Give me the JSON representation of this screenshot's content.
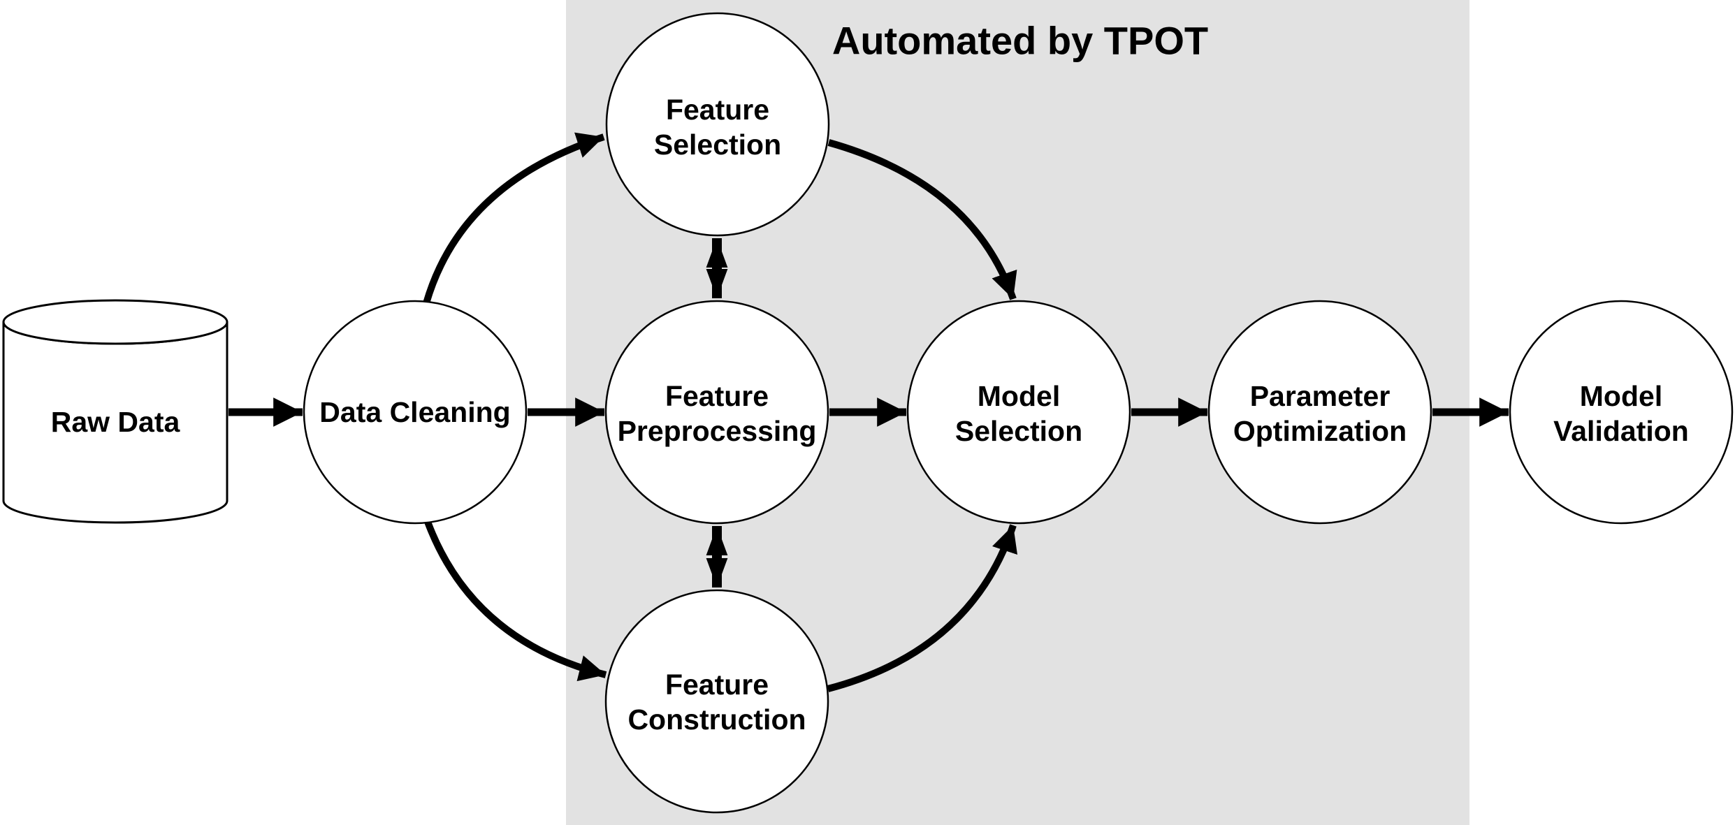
{
  "diagram": {
    "region_label": "Automated by TPOT",
    "colors": {
      "region_fill": "#e2e2e2",
      "node_fill": "#ffffff",
      "line": "#000000"
    },
    "nodes": [
      {
        "id": "raw-data",
        "label": "Raw Data",
        "shape": "cylinder",
        "automated": false
      },
      {
        "id": "data-cleaning",
        "label": "Data Cleaning",
        "shape": "circle",
        "automated": false
      },
      {
        "id": "feature-selection",
        "label": "Feature\nSelection",
        "shape": "circle",
        "automated": true
      },
      {
        "id": "feature-preprocessing",
        "label": "Feature\nPreprocessing",
        "shape": "circle",
        "automated": true
      },
      {
        "id": "feature-construction",
        "label": "Feature\nConstruction",
        "shape": "circle",
        "automated": true
      },
      {
        "id": "model-selection",
        "label": "Model\nSelection",
        "shape": "circle",
        "automated": true
      },
      {
        "id": "parameter-optimization",
        "label": "Parameter\nOptimization",
        "shape": "circle",
        "automated": true
      },
      {
        "id": "model-validation",
        "label": "Model\nValidation",
        "shape": "circle",
        "automated": false
      }
    ],
    "edges": [
      {
        "from": "Raw Data",
        "to": "Data Cleaning",
        "style": "straight-arrow"
      },
      {
        "from": "Data Cleaning",
        "to": "Feature Selection",
        "style": "curved-arrow"
      },
      {
        "from": "Data Cleaning",
        "to": "Feature Preprocessing",
        "style": "straight-arrow"
      },
      {
        "from": "Data Cleaning",
        "to": "Feature Construction",
        "style": "curved-arrow"
      },
      {
        "from": "Feature Selection",
        "to": "Feature Preprocessing",
        "style": "double-headed-arrow"
      },
      {
        "from": "Feature Preprocessing",
        "to": "Feature Construction",
        "style": "double-headed-arrow"
      },
      {
        "from": "Feature Selection",
        "to": "Model Selection",
        "style": "curved-arrow"
      },
      {
        "from": "Feature Preprocessing",
        "to": "Model Selection",
        "style": "straight-arrow"
      },
      {
        "from": "Feature Construction",
        "to": "Model Selection",
        "style": "curved-arrow"
      },
      {
        "from": "Model Selection",
        "to": "Parameter Optimization",
        "style": "straight-arrow"
      },
      {
        "from": "Parameter Optimization",
        "to": "Model Validation",
        "style": "straight-arrow"
      }
    ]
  }
}
